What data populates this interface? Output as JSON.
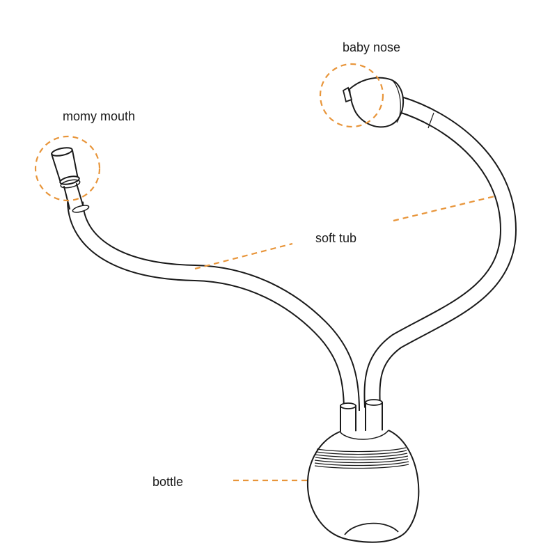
{
  "labels": {
    "baby_nose": "baby nose",
    "mommy_mouth": "momy mouth",
    "soft_tub": "soft tub",
    "bottle": "bottle"
  },
  "colors": {
    "accent": "#e8953a",
    "line": "#1a1a1a",
    "background": "#ffffff"
  }
}
